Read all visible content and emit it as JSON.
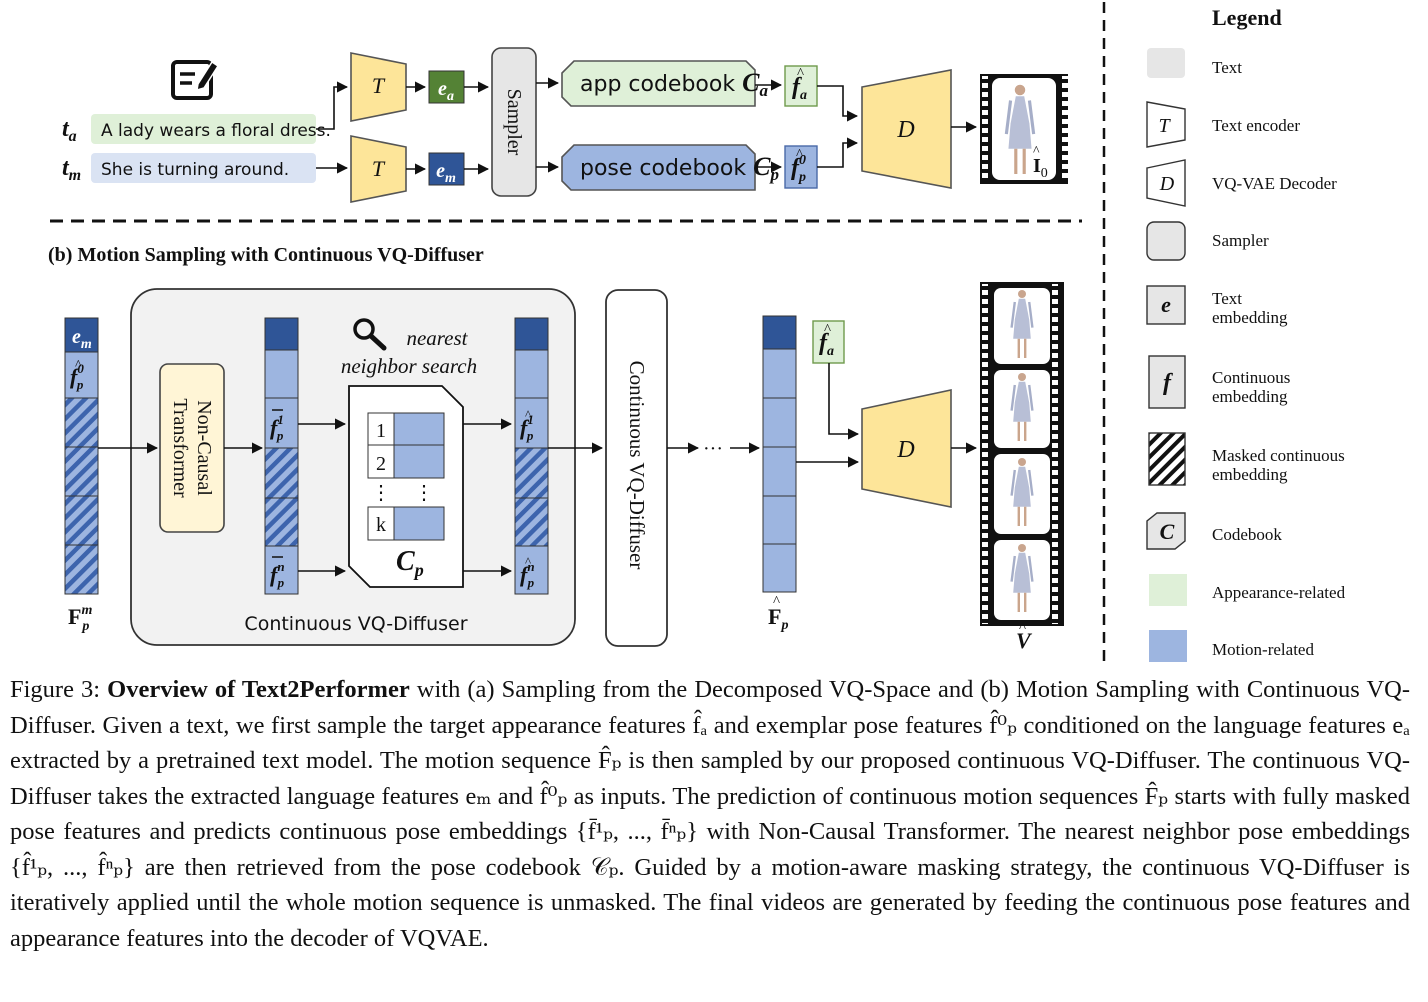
{
  "colors": {
    "text_bg": "#e6e6e6",
    "appearance": "#dff0d8",
    "appearance_stroke": "#6f9a4c",
    "motion": "#9db5e0",
    "motion_dark": "#2f5597",
    "embedding_green": "#548235",
    "encoder_fill": "#fde599",
    "sampler_fill": "#e6e6e6",
    "transformer_fill": "#fff5d6",
    "panel_fill": "#f2f2f2"
  },
  "icons": {
    "text_prompt": "edit-note-icon",
    "search": "magnifier-icon"
  },
  "part_a": {
    "ta_label": "t",
    "ta_sub": "a",
    "tm_label": "t",
    "tm_sub": "m",
    "text_a": "A lady wears a floral dress.",
    "text_m": "She is turning around.",
    "encoder": "T",
    "ea_base": "e",
    "ea_sub": "a",
    "em_base": "e",
    "em_sub": "m",
    "sampler": "Sampler",
    "app_codebook": "app codebook",
    "app_cb_sym": "C",
    "app_cb_sub": "a",
    "pose_codebook": "pose codebook",
    "pose_cb_sym": "C",
    "pose_cb_sub": "p",
    "fa_base": "f",
    "fa_sub": "a",
    "fp0_base": "f",
    "fp0_sup": "0",
    "fp0_sub": "p",
    "decoder": "D",
    "output_base": "I",
    "output_sub": "0"
  },
  "part_b": {
    "title": "(b) Motion Sampling with Continuous VQ-Diffuser",
    "em_base": "e",
    "em_sub": "m",
    "fp0_base": "f",
    "fp0_sup": "0",
    "fp0_sub": "p",
    "input_label_base": "F",
    "input_label_sup": "m",
    "input_label_sub": "p",
    "transformer": "Non-Causal Transformer",
    "fbar1_base": "f",
    "fbar1_sup": "1",
    "fbar1_sub": "p",
    "fbarn_base": "f",
    "fbarn_sup": "n",
    "fbarn_sub": "p",
    "nn_line1": "nearest",
    "nn_line2": "neighbor search",
    "cb_index_1": "1",
    "cb_index_2": "2",
    "cb_dots": "⋮",
    "cb_index_k": "k",
    "codebook_sym": "C",
    "codebook_sub": "p",
    "fhat1_base": "f",
    "fhat1_sup": "1",
    "fhat1_sub": "p",
    "fhatn_base": "f",
    "fhatn_sup": "n",
    "fhatn_sub": "p",
    "panel_label": "Continuous VQ-Diffuser",
    "diffuser_vertical": "Continuous VQ-Diffuser",
    "ellipsis": "···",
    "fa_base": "f",
    "fa_sub": "a",
    "output_seq_base": "F",
    "output_seq_sub": "p",
    "decoder": "D",
    "video_label": "V"
  },
  "legend": {
    "title": "Legend",
    "text": "Text",
    "encoder_symbol": "T",
    "encoder": "Text encoder",
    "decoder_symbol": "D",
    "decoder": "VQ-VAE Decoder",
    "sampler": "Sampler",
    "text_emb_symbol": "e",
    "text_emb_1": "Text",
    "text_emb_2": "embedding",
    "cont_emb_symbol": "f",
    "cont_emb_1": "Continuous",
    "cont_emb_2": "embedding",
    "masked_1": "Masked continuous",
    "masked_2": "embedding",
    "codebook_symbol": "C",
    "codebook": "Codebook",
    "appearance": "Appearance-related",
    "motion": "Motion-related"
  },
  "caption": {
    "fig_num": "Figure 3: ",
    "title": "Overview of Text2Performer",
    "body": " with (a) Sampling from the Decomposed VQ-Space and (b) Motion Sampling with Continuous VQ-Diffuser. Given a text, we first sample the target appearance features f̂ₐ and exemplar pose features f̂⁰ₚ conditioned on the language features eₐ extracted by a pretrained text model. The motion sequence F̂ₚ is then sampled by our proposed continuous VQ-Diffuser. The continuous VQ-Diffuser takes the extracted language features eₘ and f̂⁰ₚ as inputs. The prediction of continuous motion sequences F̂ₚ starts with fully masked pose features and predicts continuous pose embeddings {f̄¹ₚ, ..., f̄ⁿₚ} with Non-Causal Transformer. The nearest neighbor pose embeddings {f̂¹ₚ, ..., f̂ⁿₚ} are then retrieved from the pose codebook 𝒞ₚ. Guided by a motion-aware masking strategy, the continuous VQ-Diffuser is iteratively applied until the whole motion sequence is unmasked. The final videos are generated by feeding the continuous pose features and appearance features into the decoder of VQVAE."
  }
}
